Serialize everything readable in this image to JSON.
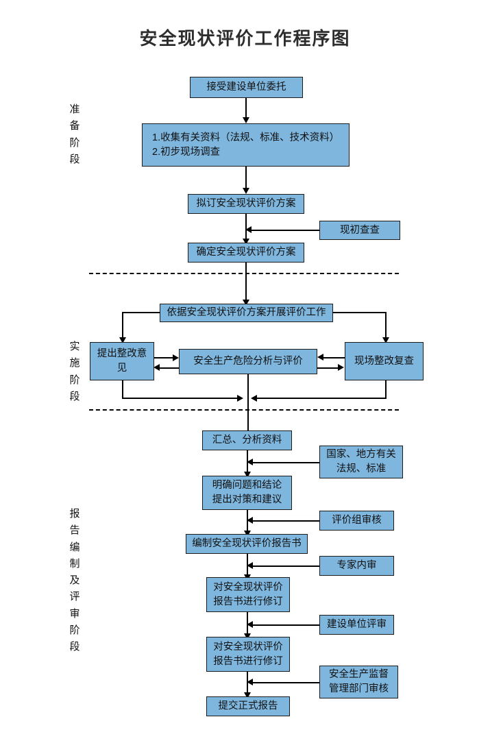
{
  "title": "安全现状评价工作程序图",
  "colors": {
    "node_fill": "#7eb6de",
    "node_border": "#1a1a1a",
    "connector": "#000000",
    "background": "#ffffff",
    "title_text": "#2d2d2d"
  },
  "stages": [
    {
      "id": "preparation",
      "label": "准备阶段",
      "chars": [
        "准",
        "备",
        "阶",
        "段"
      ]
    },
    {
      "id": "implementation",
      "label": "实施阶段",
      "chars": [
        "实",
        "施",
        "阶",
        "段"
      ]
    },
    {
      "id": "reporting",
      "label": "报告编制及评审阶段",
      "chars": [
        "报",
        "告",
        "编",
        "制",
        "及",
        "评",
        "审",
        "阶",
        "段"
      ]
    }
  ],
  "nodes": {
    "accept_commission": "接受建设单位委托",
    "collect_data": "1.收集有关资料（法规、标准、技术资料）\n2.初步现场调查",
    "draft_plan": "拟订安全现状评价方案",
    "preliminary_survey": "现初查查",
    "confirm_plan": "确定安全现状评价方案",
    "carry_out_evaluation": "依据安全现状评价方案开展评价工作",
    "rectification_opinion": "提出整改意见",
    "hazard_analysis": "安全生产危险分析与评价",
    "onsite_recheck": "现场整改复查",
    "summarize_analyze": "汇总、分析资料",
    "national_local_regs": "国家、地方有关\n法规、标准",
    "clarify_conclusions": "明确问题和结论\n提出对策和建议",
    "review_group_audit": "评价组审核",
    "compile_report": "编制安全现状评价报告书",
    "expert_internal_review": "专家内审",
    "revise_report_1": "对安全现状评价\n报告书进行修订",
    "owner_review": "建设单位评审",
    "revise_report_2": "对安全现状评价\n报告书进行修订",
    "safety_bureau_review": "安全生产监督\n管理部门审核",
    "submit_final_report": "提交正式报告"
  },
  "chart_data": {
    "type": "diagram",
    "diagram_kind": "flowchart",
    "title": "安全现状评价工作程序图",
    "swimlanes": [
      "准备阶段",
      "实施阶段",
      "报告编制及评审阶段"
    ],
    "steps": [
      {
        "lane": "准备阶段",
        "text": "接受建设单位委托"
      },
      {
        "lane": "准备阶段",
        "text": "1.收集有关资料（法规、标准、技术资料） 2.初步现场调查"
      },
      {
        "lane": "准备阶段",
        "text": "拟订安全现状评价方案"
      },
      {
        "lane": "准备阶段",
        "text": "现初查查",
        "side": "right"
      },
      {
        "lane": "准备阶段",
        "text": "确定安全现状评价方案"
      },
      {
        "lane": "实施阶段",
        "text": "依据安全现状评价方案开展评价工作"
      },
      {
        "lane": "实施阶段",
        "text": "提出整改意见",
        "side": "left"
      },
      {
        "lane": "实施阶段",
        "text": "安全生产危险分析与评价",
        "side": "center"
      },
      {
        "lane": "实施阶段",
        "text": "现场整改复查",
        "side": "right"
      },
      {
        "lane": "报告编制及评审阶段",
        "text": "汇总、分析资料"
      },
      {
        "lane": "报告编制及评审阶段",
        "text": "国家、地方有关法规、标准",
        "side": "right"
      },
      {
        "lane": "报告编制及评审阶段",
        "text": "明确问题和结论 提出对策和建议"
      },
      {
        "lane": "报告编制及评审阶段",
        "text": "评价组审核",
        "side": "right"
      },
      {
        "lane": "报告编制及评审阶段",
        "text": "编制安全现状评价报告书"
      },
      {
        "lane": "报告编制及评审阶段",
        "text": "专家内审",
        "side": "right"
      },
      {
        "lane": "报告编制及评审阶段",
        "text": "对安全现状评价报告书进行修订"
      },
      {
        "lane": "报告编制及评审阶段",
        "text": "建设单位评审",
        "side": "right"
      },
      {
        "lane": "报告编制及评审阶段",
        "text": "对安全现状评价报告书进行修订"
      },
      {
        "lane": "报告编制及评审阶段",
        "text": "安全生产监督管理部门审核",
        "side": "right"
      },
      {
        "lane": "报告编制及评审阶段",
        "text": "提交正式报告"
      }
    ],
    "edges": [
      {
        "from": "接受建设单位委托",
        "to": "1.收集有关资料（法规、标准、技术资料） 2.初步现场调查"
      },
      {
        "from": "1.收集有关资料（法规、标准、技术资料） 2.初步现场调查",
        "to": "拟订安全现状评价方案"
      },
      {
        "from": "现初查查",
        "to": "确定安全现状评价方案"
      },
      {
        "from": "拟订安全现状评价方案",
        "to": "确定安全现状评价方案"
      },
      {
        "from": "确定安全现状评价方案",
        "to": "依据安全现状评价方案开展评价工作"
      },
      {
        "from": "依据安全现状评价方案开展评价工作",
        "to": "提出整改意见"
      },
      {
        "from": "依据安全现状评价方案开展评价工作",
        "to": "现场整改复查"
      },
      {
        "from": "提出整改意见",
        "to": "安全生产危险分析与评价",
        "bidirectional": true
      },
      {
        "from": "现场整改复查",
        "to": "安全生产危险分析与评价",
        "bidirectional": true
      },
      {
        "from": "提出整改意见",
        "to": "汇总、分析资料"
      },
      {
        "from": "现场整改复查",
        "to": "汇总、分析资料"
      },
      {
        "from": "安全生产危险分析与评价",
        "to": "汇总、分析资料"
      },
      {
        "from": "汇总、分析资料",
        "to": "明确问题和结论 提出对策和建议"
      },
      {
        "from": "国家、地方有关法规、标准",
        "to": "明确问题和结论 提出对策和建议"
      },
      {
        "from": "明确问题和结论 提出对策和建议",
        "to": "编制安全现状评价报告书"
      },
      {
        "from": "评价组审核",
        "to": "编制安全现状评价报告书"
      },
      {
        "from": "编制安全现状评价报告书",
        "to": "对安全现状评价报告书进行修订"
      },
      {
        "from": "专家内审",
        "to": "对安全现状评价报告书进行修订"
      },
      {
        "from": "对安全现状评价报告书进行修订",
        "to": "对安全现状评价报告书进行修订"
      },
      {
        "from": "建设单位评审",
        "to": "对安全现状评价报告书进行修订"
      },
      {
        "from": "安全生产监督管理部门审核",
        "to": "提交正式报告"
      },
      {
        "from": "对安全现状评价报告书进行修订",
        "to": "提交正式报告"
      }
    ]
  }
}
